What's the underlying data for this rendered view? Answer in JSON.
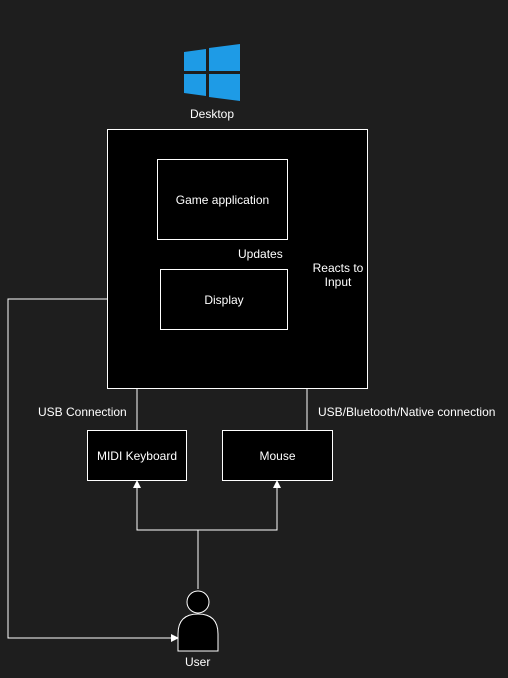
{
  "desktop": {
    "label": "Desktop",
    "icon": "windows-logo-icon"
  },
  "nodes": {
    "game_app": "Game application",
    "display": "Display",
    "midi_keyboard": "MIDI Keyboard",
    "mouse": "Mouse",
    "user": "User"
  },
  "edges": {
    "updates": "Updates",
    "reacts_line1": "Reacts to",
    "reacts_line2": "Input",
    "usb_connection": "USB Connection",
    "usb_bt_native": "USB/Bluetooth/Native connection"
  },
  "colors": {
    "background": "#1e1e1e",
    "box_fill": "#000000",
    "stroke": "#ffffff",
    "windows_blue": "#1e9be6"
  }
}
